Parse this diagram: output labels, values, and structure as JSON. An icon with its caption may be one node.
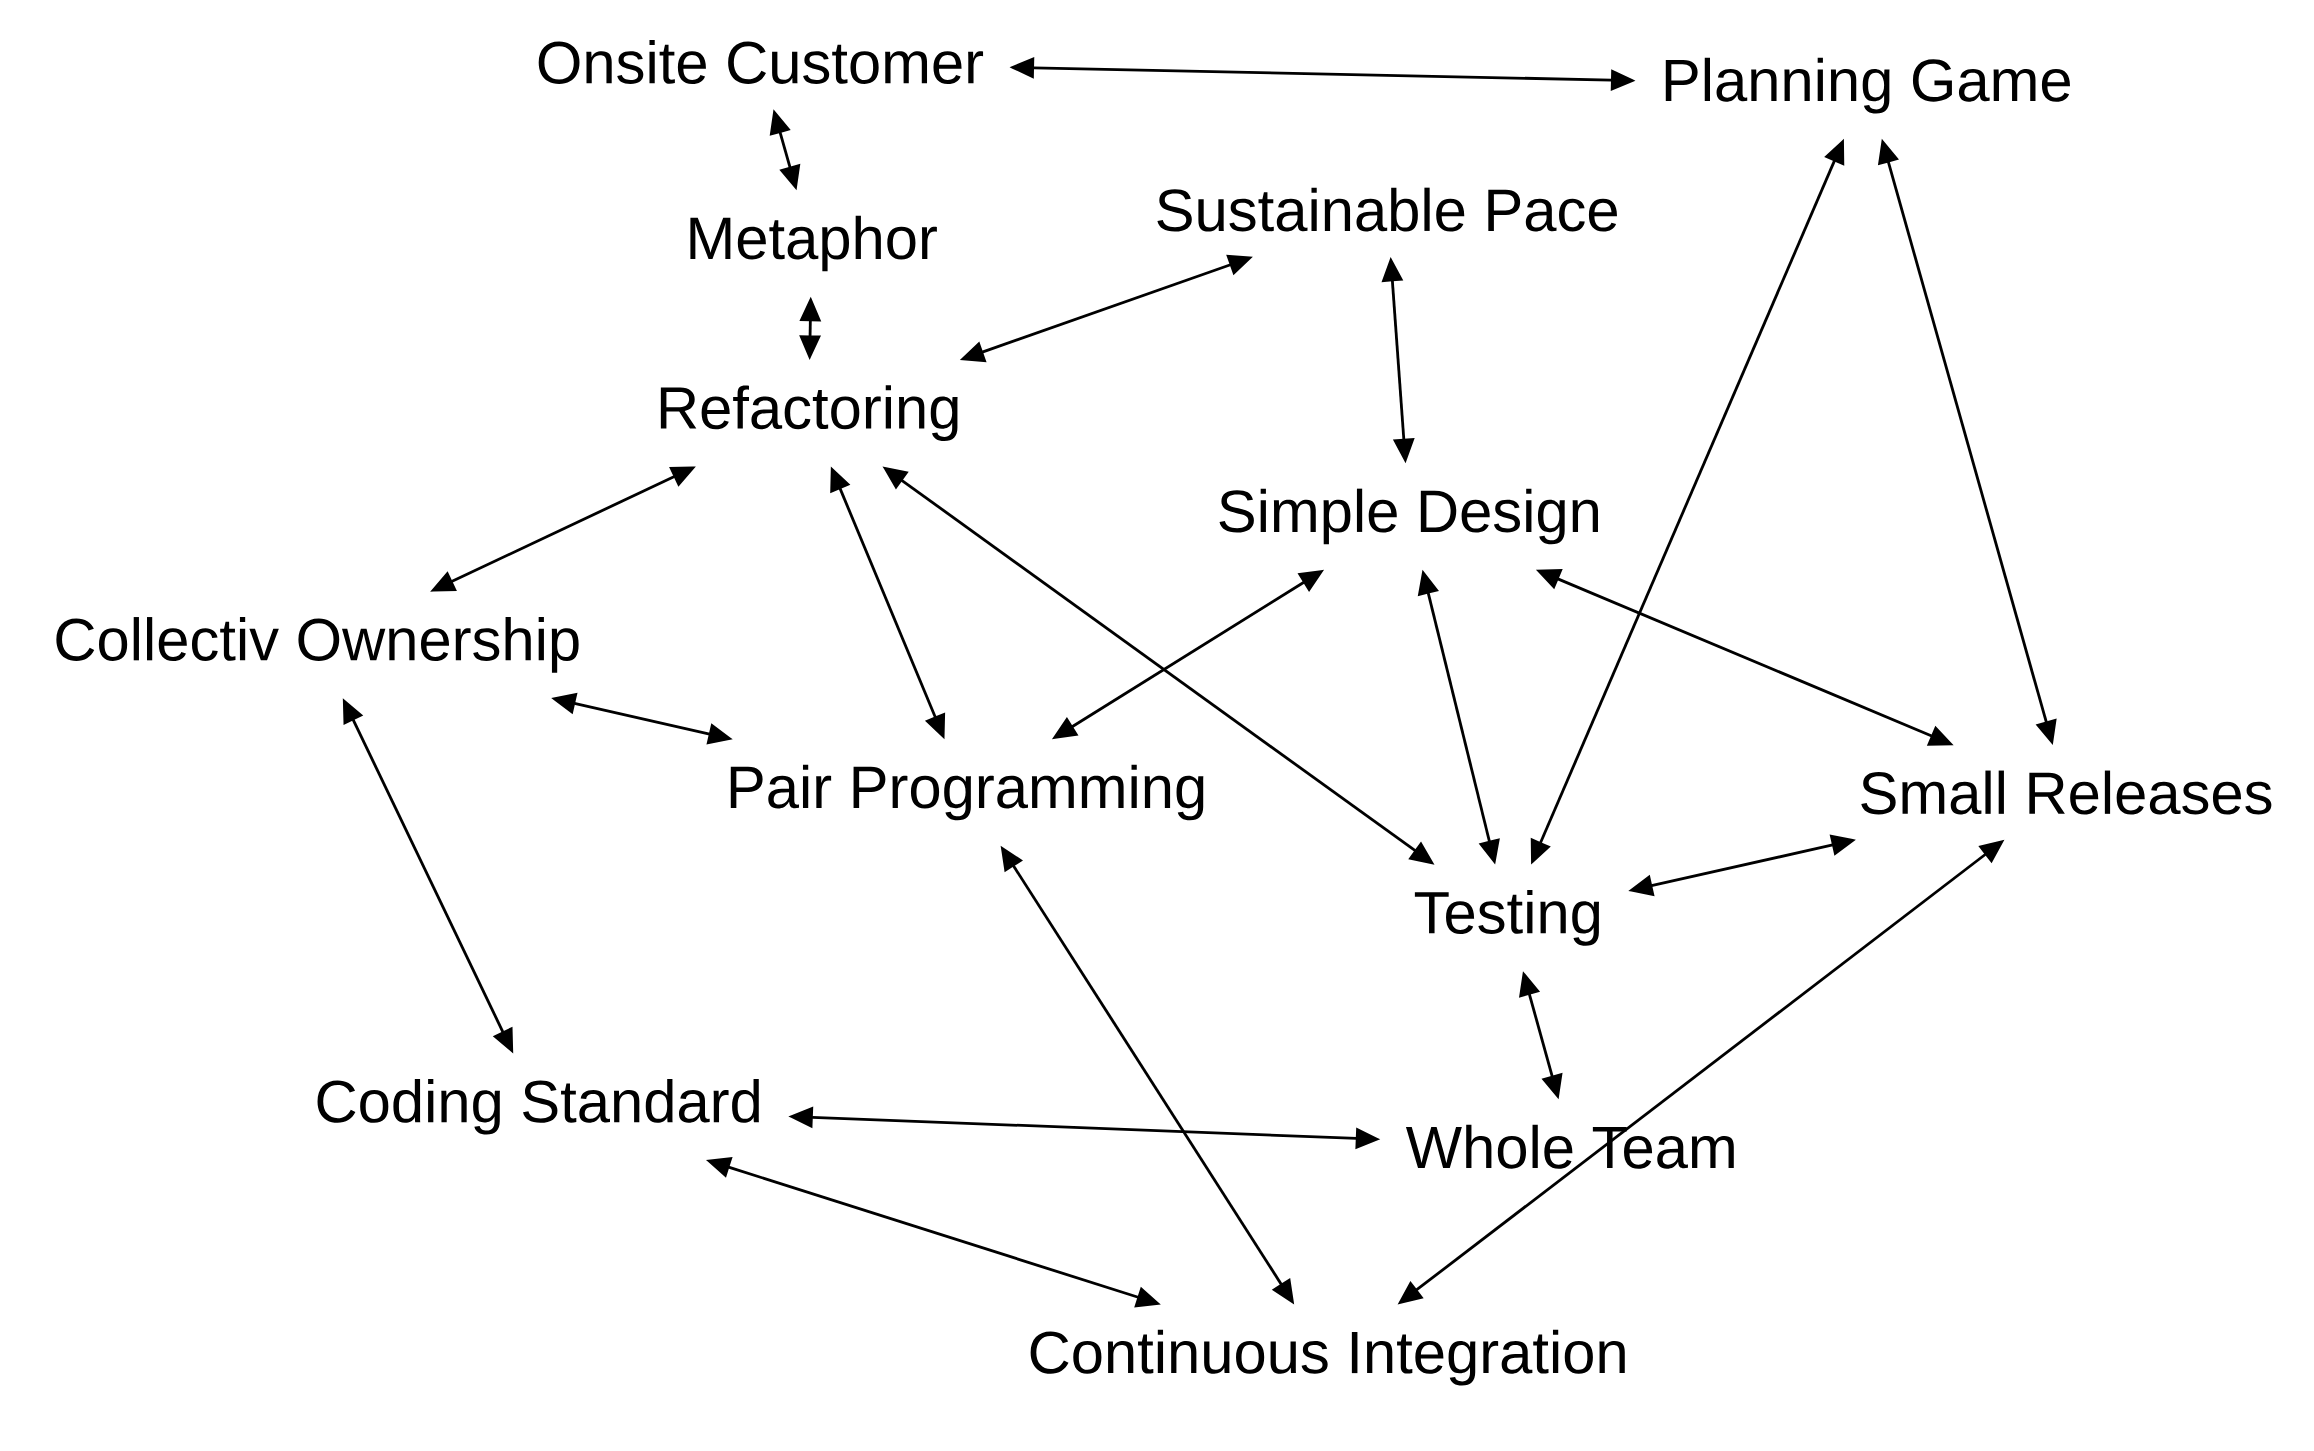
{
  "diagram": {
    "nodes": [
      {
        "text": [
          "Onsite Customer"
        ]
      },
      {
        "text": [
          "Planning Game"
        ]
      },
      {
        "text": [
          "Sustainable Pace"
        ]
      },
      {
        "text": [
          "Metaphor"
        ]
      },
      {
        "text": [
          "Refactoring"
        ]
      },
      {
        "text": [
          "Simple Design"
        ]
      },
      {
        "text": [
          "Collectiv Ownership"
        ]
      },
      {
        "text": [
          "Pair Programming"
        ]
      },
      {
        "text": [
          "Small Releases"
        ]
      },
      {
        "text": [
          "Testing"
        ]
      },
      {
        "text": [
          "Coding Standard"
        ]
      },
      {
        "text": [
          "Whole Team"
        ]
      },
      {
        "text": [
          "Continuous Integration"
        ]
      }
    ],
    "edges": [
      {
        "from": 0,
        "to": 1,
        "arrow": "both"
      },
      {
        "from": 0,
        "to": 3,
        "arrow": "both"
      },
      {
        "from": 3,
        "to": 4,
        "arrow": "both"
      },
      {
        "from": 4,
        "to": 2,
        "arrow": "both"
      },
      {
        "from": 2,
        "to": 5,
        "arrow": "both"
      },
      {
        "from": 4,
        "to": 6,
        "arrow": "both"
      },
      {
        "from": 4,
        "to": 7,
        "arrow": "both"
      },
      {
        "from": 4,
        "to": 9,
        "arrow": "both"
      },
      {
        "from": 5,
        "to": 7,
        "arrow": "both"
      },
      {
        "from": 5,
        "to": 9,
        "arrow": "both"
      },
      {
        "from": 5,
        "to": 8,
        "arrow": "both"
      },
      {
        "from": 1,
        "to": 9,
        "arrow": "both"
      },
      {
        "from": 1,
        "to": 8,
        "arrow": "both"
      },
      {
        "from": 6,
        "to": 7,
        "arrow": "both"
      },
      {
        "from": 6,
        "to": 10,
        "arrow": "both"
      },
      {
        "from": 7,
        "to": 12,
        "arrow": "both"
      },
      {
        "from": 9,
        "to": 8,
        "arrow": "both"
      },
      {
        "from": 9,
        "to": 11,
        "arrow": "both"
      },
      {
        "from": 10,
        "to": 11,
        "arrow": "both"
      },
      {
        "from": 10,
        "to": 12,
        "arrow": "both"
      },
      {
        "from": 12,
        "to": 8,
        "arrow": "both"
      }
    ]
  }
}
